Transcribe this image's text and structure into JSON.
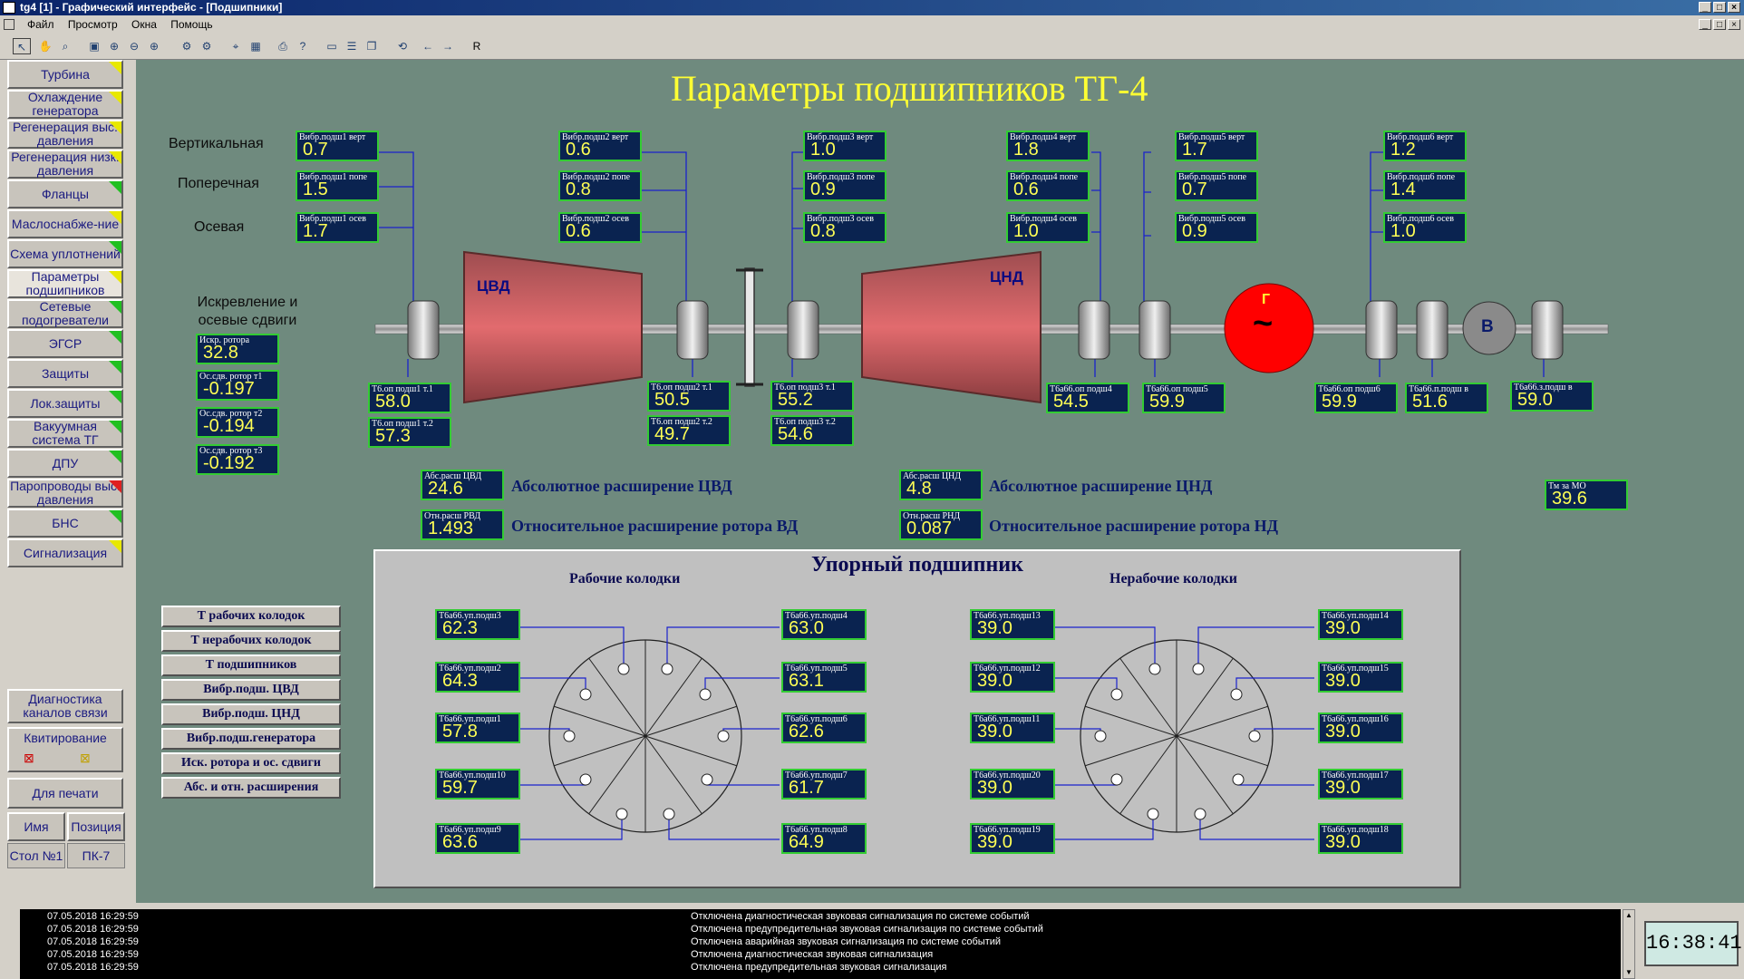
{
  "window": {
    "title": "tg4 [1] - Графический интерфейс - [Подшипники]"
  },
  "menu": [
    "Файл",
    "Просмотр",
    "Окна",
    "Помощь"
  ],
  "toolbar": {
    "r_label": "R"
  },
  "sidebar": {
    "items": [
      {
        "label": "Турбина",
        "flag": "yellow"
      },
      {
        "label": "Охлаждение генератора",
        "flag": "yellow"
      },
      {
        "label": "Регенерация выс. давления",
        "flag": "yellow"
      },
      {
        "label": "Регенерация низк. давления",
        "flag": "yellow"
      },
      {
        "label": "Фланцы",
        "flag": "green"
      },
      {
        "label": "Маслоснабже-ние",
        "flag": "yellow"
      },
      {
        "label": "Схема уплотнений",
        "flag": "green"
      },
      {
        "label": "Параметры подшипников",
        "flag": "yellow"
      },
      {
        "label": "Сетевые подогреватели",
        "flag": "green"
      },
      {
        "label": "ЭГСР",
        "flag": "green"
      },
      {
        "label": "Защиты",
        "flag": "green"
      },
      {
        "label": "Лок.защиты",
        "flag": "green"
      },
      {
        "label": "Вакуумная система ТГ",
        "flag": "green"
      },
      {
        "label": "ДПУ",
        "flag": "green"
      },
      {
        "label": "Паропроводы выс. давления",
        "flag": "red"
      },
      {
        "label": "БНС",
        "flag": "green"
      },
      {
        "label": "Сигнализация",
        "flag": "yellow"
      }
    ],
    "diag": "Диагностика каналов связи",
    "kvit": "Квитирование",
    "print": "Для печати",
    "name": "Имя",
    "pos": "Позиция",
    "stol": "Стол №1",
    "pk": "ПК-7"
  },
  "title": "Параметры подшипников ТГ-4",
  "labels": {
    "vert": "Вертикальная",
    "pop": "Поперечная",
    "os": "Осевая",
    "iskr": "Искревление и осевые сдвиги",
    "cvd": "ЦВД",
    "cnd": "ЦНД",
    "gen": "Г",
    "gen_sym": "~",
    "b": "В",
    "abs_cvd": "Абсолютное расширение ЦВД",
    "otn_vd": "Относительное расширение ротора ВД",
    "abs_cnd": "Абсолютное расширение ЦНД",
    "otn_nd": "Относительное расширение ротора НД",
    "thrust_title": "Упорный подшипник",
    "work": "Рабочие колодки",
    "nonwork": "Нерабочие колодки"
  },
  "values": {
    "b1v": {
      "name": "Вибр.подш1 верт",
      "value": "0.7"
    },
    "b1p": {
      "name": "Вибр.подш1 попе",
      "value": "1.5"
    },
    "b1o": {
      "name": "Вибр.подш1 осев",
      "value": "1.7"
    },
    "b2v": {
      "name": "Вибр.подш2 верт",
      "value": "0.6"
    },
    "b2p": {
      "name": "Вибр.подш2 попе",
      "value": "0.8"
    },
    "b2o": {
      "name": "Вибр.подш2 осев",
      "value": "0.6"
    },
    "b3v": {
      "name": "Вибр.подш3 верт",
      "value": "1.0"
    },
    "b3p": {
      "name": "Вибр.подш3 попе",
      "value": "0.9"
    },
    "b3o": {
      "name": "Вибр.подш3 осев",
      "value": "0.8"
    },
    "b4v": {
      "name": "Вибр.подш4 верт",
      "value": "1.8"
    },
    "b4p": {
      "name": "Вибр.подш4 попе",
      "value": "0.6"
    },
    "b4o": {
      "name": "Вибр.подш4 осев",
      "value": "1.0"
    },
    "b5v": {
      "name": "Вибр.подш5 верт",
      "value": "1.7"
    },
    "b5p": {
      "name": "Вибр.подш5 попе",
      "value": "0.7"
    },
    "b5o": {
      "name": "Вибр.подш5 осев",
      "value": "0.9"
    },
    "b6v": {
      "name": "Вибр.подш6 верт",
      "value": "1.2"
    },
    "b6p": {
      "name": "Вибр.подш6 попе",
      "value": "1.4"
    },
    "b6o": {
      "name": "Вибр.подш6 осев",
      "value": "1.0"
    },
    "iskr": {
      "name": "Искр. ротора",
      "value": "32.8"
    },
    "osd1": {
      "name": "Ос.сдв. ротор т1",
      "value": "-0.197"
    },
    "osd2": {
      "name": "Ос.сдв. ротор т2",
      "value": "-0.194"
    },
    "osd3": {
      "name": "Ос.сдв. ротор т3",
      "value": "-0.192"
    },
    "t11": {
      "name": "Т6.оп подш1 т.1",
      "value": "58.0"
    },
    "t12": {
      "name": "Т6.оп подш1 т.2",
      "value": "57.3"
    },
    "t21": {
      "name": "Т6.оп подш2 т.1",
      "value": "50.5"
    },
    "t22": {
      "name": "Т6.оп подш2 т.2",
      "value": "49.7"
    },
    "t31": {
      "name": "Т6.оп подш3 т.1",
      "value": "55.2"
    },
    "t32": {
      "name": "Т6.оп подш3 т.2",
      "value": "54.6"
    },
    "t4": {
      "name": "Т6а66.оп подш4",
      "value": "54.5"
    },
    "t5": {
      "name": "Т6а66.оп подш5",
      "value": "59.9"
    },
    "t6": {
      "name": "Т6а66.оп подш6",
      "value": "59.9"
    },
    "tpb": {
      "name": "Т6а66.п.подш в",
      "value": "51.6"
    },
    "tzb": {
      "name": "Т6а66.з.подш в",
      "value": "59.0"
    },
    "abs_cvd": {
      "name": "Абс.расш ЦВД",
      "value": "24.6"
    },
    "otn_rvd": {
      "name": "Отн.расш РВД",
      "value": "1.493"
    },
    "abs_cnd": {
      "name": "Абс.расш ЦНД",
      "value": "4.8"
    },
    "otn_rnd": {
      "name": "Отн.расш РНД",
      "value": "0.087"
    },
    "tm_mo": {
      "name": "Тм за МО",
      "value": "39.6"
    },
    "u3": {
      "name": "Т6а66.уп.подш3",
      "value": "62.3"
    },
    "u2": {
      "name": "Т6а66.уп.подш2",
      "value": "64.3"
    },
    "u1": {
      "name": "Т6а66.уп.подш1",
      "value": "57.8"
    },
    "u10": {
      "name": "Т6а66.уп.подш10",
      "value": "59.7"
    },
    "u9": {
      "name": "Т6а66.уп.подш9",
      "value": "63.6"
    },
    "u4": {
      "name": "Т6а66.уп.подш4",
      "value": "63.0"
    },
    "u5": {
      "name": "Т6а66.уп.подш5",
      "value": "63.1"
    },
    "u6": {
      "name": "Т6а66.уп.подш6",
      "value": "62.6"
    },
    "u7": {
      "name": "Т6а66.уп.подш7",
      "value": "61.7"
    },
    "u8": {
      "name": "Т6а66.уп.подш8",
      "value": "64.9"
    },
    "u13": {
      "name": "Т6а66.уп.подш13",
      "value": "39.0"
    },
    "u12": {
      "name": "Т6а66.уп.подш12",
      "value": "39.0"
    },
    "u11": {
      "name": "Т6а66.уп.подш11",
      "value": "39.0"
    },
    "u20": {
      "name": "Т6а66.уп.подш20",
      "value": "39.0"
    },
    "u19": {
      "name": "Т6а66.уп.подш19",
      "value": "39.0"
    },
    "u14": {
      "name": "Т6а66.уп.подш14",
      "value": "39.0"
    },
    "u15": {
      "name": "Т6а66.уп.подш15",
      "value": "39.0"
    },
    "u16": {
      "name": "Т6а66.уп.подш16",
      "value": "39.0"
    },
    "u17": {
      "name": "Т6а66.уп.подш17",
      "value": "39.0"
    },
    "u18": {
      "name": "Т6а66.уп.подш18",
      "value": "39.0"
    }
  },
  "buttons": [
    "Т рабочих колодок",
    "Т нерабочих колодок",
    "Т подшипников",
    "Вибр.подш. ЦВД",
    "Вибр.подш. ЦНД",
    "Вибр.подш.генератора",
    "Иск. ротора и ос. сдвиги",
    "Абс. и отн. расширения"
  ],
  "log": [
    {
      "time": "07.05.2018 16:29:59",
      "msg": "Отключена диагностическая звуковая сигнализация по системе событий"
    },
    {
      "time": "07.05.2018 16:29:59",
      "msg": "Отключена предупредительная звуковая сигнализация по системе событий"
    },
    {
      "time": "07.05.2018 16:29:59",
      "msg": "Отключена аварийная звуковая сигнализация по системе событий"
    },
    {
      "time": "07.05.2018 16:29:59",
      "msg": "Отключена диагностическая звуковая сигнализация"
    },
    {
      "time": "07.05.2018 16:29:59",
      "msg": "Отключена предупредительная звуковая сигнализация"
    }
  ],
  "clock": "16:38:41",
  "colors": {
    "background": "#6f8a7e",
    "title": "#ffff33",
    "value_box": "#0a2350",
    "value_border": "#33cc33",
    "value_text": "#ffff55",
    "generator": "#ff0000"
  }
}
